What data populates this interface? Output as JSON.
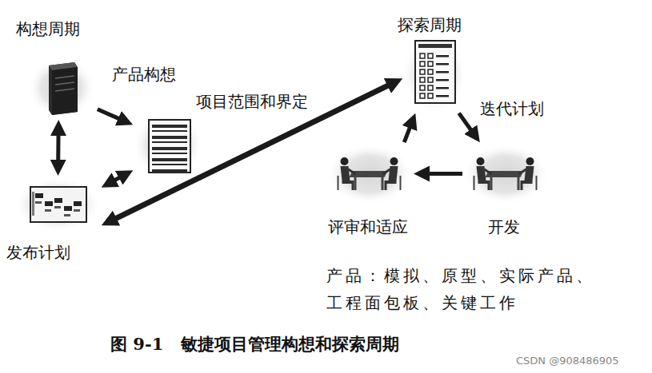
{
  "diagram": {
    "caption": "图 9-1   敏捷项目管理构想和探索周期",
    "nodes": [
      {
        "text": [
          "产品构想"
        ]
      },
      {
        "text": [
          "项目范围和界定"
        ]
      },
      {
        "text": [
          "发布计划"
        ]
      },
      {
        "text": [
          "迭代计划"
        ]
      },
      {
        "text": [
          "开发"
        ]
      },
      {
        "text": [
          "评审和适应"
        ]
      }
    ],
    "edges": [
      {
        "from": 0,
        "to": 1,
        "arrow": "to"
      },
      {
        "from": 0,
        "to": 2,
        "arrow": "both"
      },
      {
        "from": 1,
        "to": 2,
        "arrow": "both"
      },
      {
        "from": 2,
        "to": 3,
        "arrow": "both"
      },
      {
        "from": 3,
        "to": 4,
        "arrow": "to"
      },
      {
        "from": 4,
        "to": 5,
        "arrow": "to"
      },
      {
        "from": 5,
        "to": 3,
        "arrow": "to"
      }
    ],
    "labels": [
      "构想周期",
      "探索周期",
      "产品：模拟、原型、实际产品、工程面包板、关键工作",
      "CSDN @908486905"
    ]
  }
}
